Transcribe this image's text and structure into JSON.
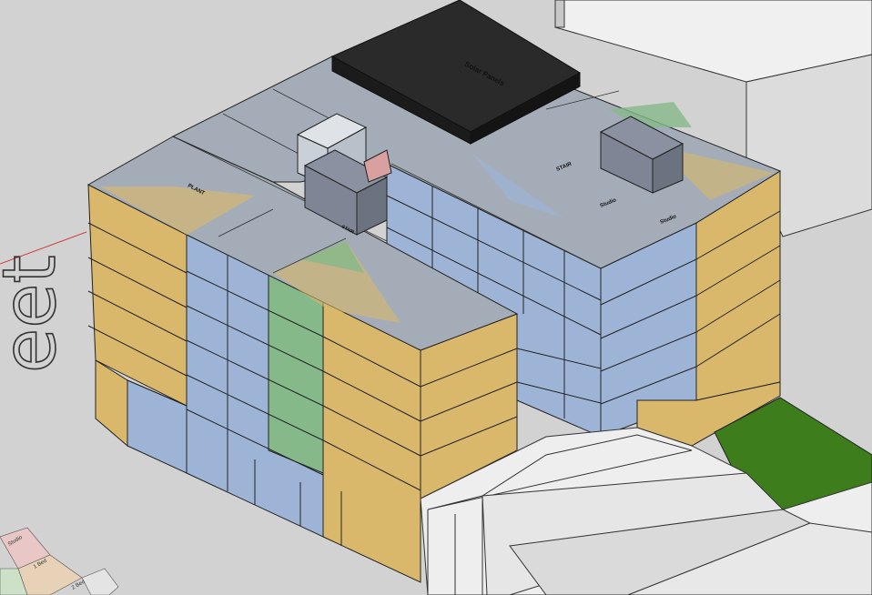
{
  "labels": {
    "solar_panels": "Solar Panels",
    "label_left_roof": "PLANT",
    "label_center_roof": "STAIR",
    "label_right_roof_1": "STAIR",
    "label_right_roof_2": "Studio",
    "label_right_roof_3": "Studio",
    "street_partial": "eet",
    "green_strip": "",
    "legend_partial": "",
    "legend_item_1": "Studio",
    "legend_item_2": "1 Bed",
    "legend_item_3": "2 Bed"
  },
  "colors": {
    "background": "#d2d2d2",
    "tan": "#d9b86b",
    "blue": "#9db4d6",
    "green": "#86b98a",
    "roof": "#a4adb7",
    "solar": "#2a2a2a",
    "mech": "#7e8594",
    "neighbor": "#e8e8e8",
    "grass": "#3e7d1c"
  }
}
